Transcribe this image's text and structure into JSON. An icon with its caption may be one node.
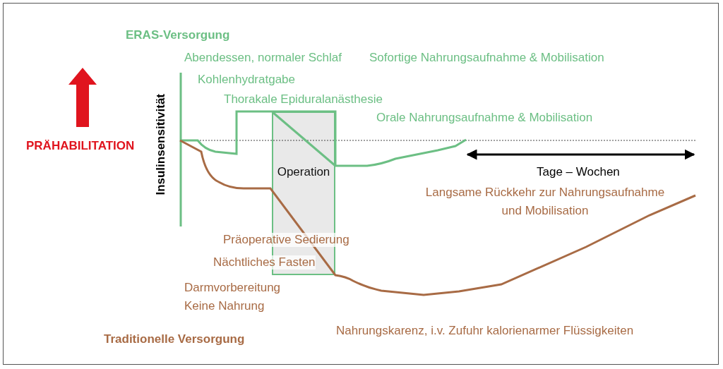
{
  "diagram": {
    "nodes": [
      {
        "text": [
          "Operation"
        ]
      }
    ],
    "edges": [],
    "labels": [
      "ERAS-Versorgung",
      "Abendessen, normaler Schlaf",
      "Sofortige Nahrungsaufnahme & Mobilisation",
      "Kohlenhydratgabe",
      "Thorakale Epiduralanästhesie",
      "Orale Nahrungsaufnahme & Mobilisation",
      "PRÄHABILITATION",
      "Insulinsensitivität",
      "Tage – Wochen",
      "Langsame Rückkehr zur Nahrungsaufnahme und Mobilisation",
      "Präoperative Sedierung",
      "Nächtliches Fasten",
      "Darmvorbereitung",
      "Keine Nahrung",
      "Nahrungskarenz, i.v. Zufuhr kalorienarmer Flüssigkeiten",
      "Traditionelle Versorgung"
    ]
  }
}
